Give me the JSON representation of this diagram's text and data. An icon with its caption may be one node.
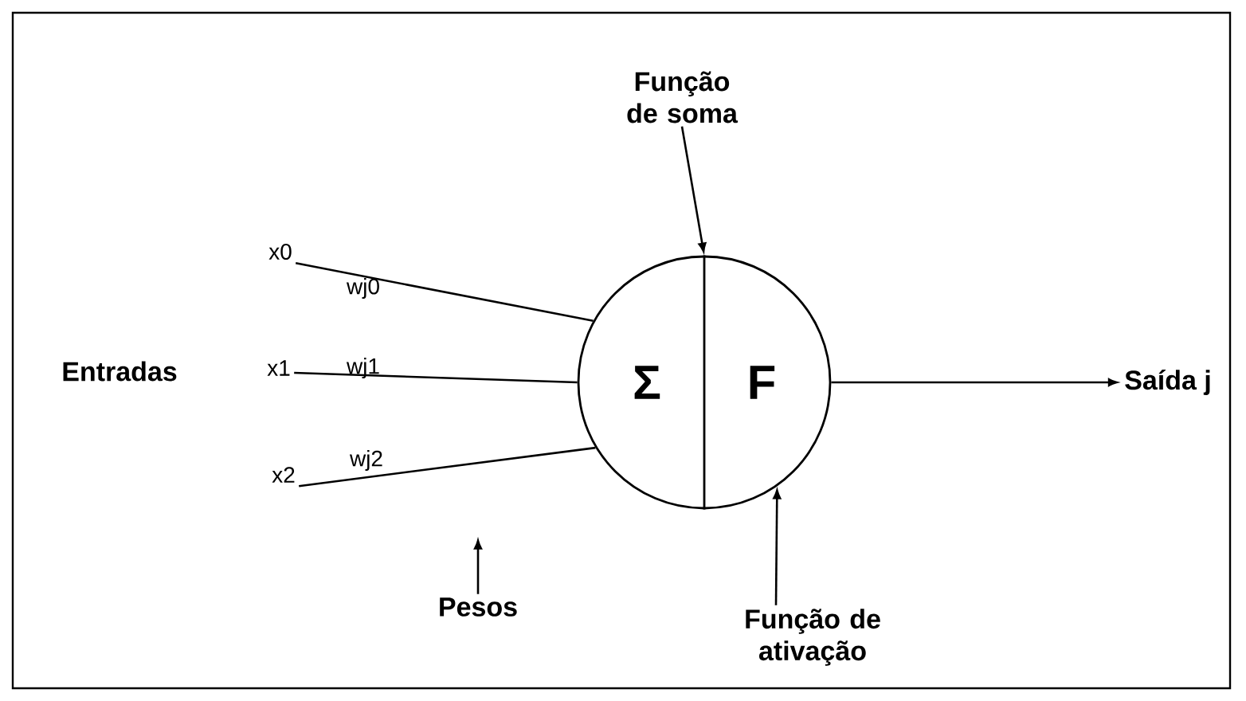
{
  "diagram": {
    "nodes": [
      {
        "text": [
          "x0"
        ]
      },
      {
        "text": [
          "x1"
        ]
      },
      {
        "text": [
          "x2"
        ]
      },
      {
        "text": [
          "Σ",
          "F"
        ]
      },
      {
        "text": [
          "Saída j"
        ]
      },
      {
        "text": [
          "Função de soma"
        ]
      },
      {
        "text": [
          "Pesos"
        ]
      },
      {
        "text": [
          "Função de ativação"
        ]
      }
    ],
    "edges": [
      {
        "from": 0,
        "to": 3,
        "arrow": "none",
        "label": "wj0"
      },
      {
        "from": 1,
        "to": 3,
        "arrow": "none",
        "label": "wj1"
      },
      {
        "from": 2,
        "to": 3,
        "arrow": "none",
        "label": "wj2"
      },
      {
        "from": 3,
        "to": 4,
        "arrow": "to"
      },
      {
        "from": 5,
        "to": 3,
        "arrow": "to"
      },
      {
        "from": 6,
        "to": null,
        "arrow": "to"
      },
      {
        "from": 7,
        "to": 3,
        "arrow": "to"
      }
    ],
    "labels": [
      "Entradas"
    ]
  }
}
